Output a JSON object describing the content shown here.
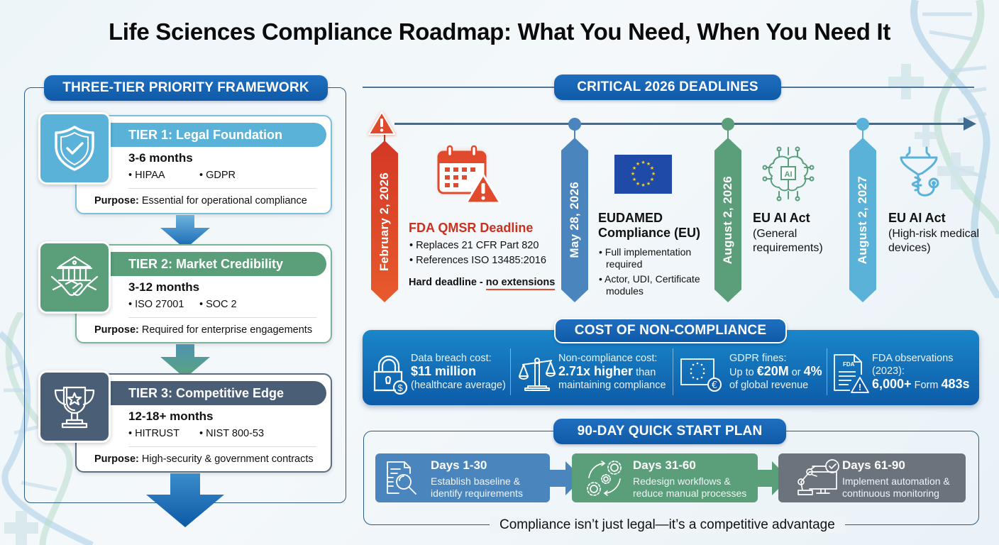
{
  "title": "Life Sciences Compliance Roadmap: What You Need, When You Need It",
  "framework": {
    "header": "THREE-TIER PRIORITY FRAMEWORK",
    "purpose_label": "Purpose:",
    "tiers": [
      {
        "label": "TIER 1: Legal Foundation",
        "duration": "3-6 months",
        "items": [
          "• HIPAA",
          "• GDPR"
        ],
        "purpose": "Essential for operational compliance",
        "icon": "shield-check-icon",
        "color": "#5ab2d8"
      },
      {
        "label": "TIER 2: Market Credibility",
        "duration": "3-12 months",
        "items": [
          "• ISO 27001",
          "• SOC 2"
        ],
        "purpose": "Required for enterprise engagements",
        "icon": "bank-handshake-icon",
        "color": "#5a9e7a"
      },
      {
        "label": "TIER 3: Competitive Edge",
        "duration": "12-18+ months",
        "items": [
          "• HITRUST",
          "• NIST 800-53"
        ],
        "purpose": "High-security & government contracts",
        "icon": "trophy-icon",
        "color": "#4a5f75"
      }
    ]
  },
  "deadlines": {
    "header": "CRITICAL 2026 DEADLINES",
    "items": [
      {
        "date": "February 2, 2026",
        "title": "FDA QMSR Deadline",
        "bullets": [
          "• Replaces 21 CFR Part 820",
          "• References ISO 13485:2016"
        ],
        "note_prefix": "Hard deadline - ",
        "note_emphasis": "no extensions",
        "icon": "calendar-warning-icon",
        "color": "#e0452b"
      },
      {
        "date": "May 28, 2026",
        "title": "EUDAMED Compliance (EU)",
        "bullets": [
          "• Full implementation required",
          "• Actor, UDI, Certificate modules"
        ],
        "icon": "eu-flag-icon",
        "color": "#4a86bd"
      },
      {
        "date": "August 2, 2026",
        "title": "EU AI Act",
        "subtitle": "(General requirements)",
        "icon": "ai-brain-icon",
        "color": "#5a9e7a"
      },
      {
        "date": "August 2, 2027",
        "title": "EU AI Act",
        "subtitle": "(High-risk medical devices)",
        "icon": "stethoscope-icon",
        "color": "#5ab2d8"
      }
    ]
  },
  "cost": {
    "header": "COST OF NON-COMPLIANCE",
    "items": [
      {
        "line1": "Data breach cost:",
        "highlight": "$11 million",
        "line3": "(healthcare average)",
        "icon": "lock-dollar-icon"
      },
      {
        "line1": "Non-compliance cost:",
        "highlight": "2.71x higher",
        "highlight_suffix": " than",
        "line3": "maintaining compliance",
        "icon": "scales-icon"
      },
      {
        "line1": "GDPR fines:",
        "line2_prefix": "Up to ",
        "highlight": "€20M",
        "line2_mid": " or ",
        "highlight2": "4%",
        "line3": "of global revenue",
        "icon": "eu-euro-icon"
      },
      {
        "line1": "FDA observations",
        "line2": "(2023):",
        "highlight": "6,000+",
        "line3_mid": " Form ",
        "highlight2": "483s",
        "icon": "fda-document-warning-icon"
      }
    ]
  },
  "quickstart": {
    "header": "90-DAY QUICK START PLAN",
    "phases": [
      {
        "title": "Days 1-30",
        "desc1": "Establish baseline &",
        "desc2": "identify requirements",
        "icon": "document-search-icon",
        "color": "#4a86bd"
      },
      {
        "title": "Days 31-60",
        "desc1": "Redesign workflows &",
        "desc2": "reduce manual processes",
        "icon": "gears-cycle-icon",
        "color": "#5a9e7a"
      },
      {
        "title": "Days 61-90",
        "desc1": "Implement automation &",
        "desc2": "continuous monitoring",
        "icon": "robot-arm-monitor-icon",
        "color": "#6b737c"
      }
    ],
    "tagline": "Compliance isn’t just legal—it’s a competitive advantage"
  }
}
